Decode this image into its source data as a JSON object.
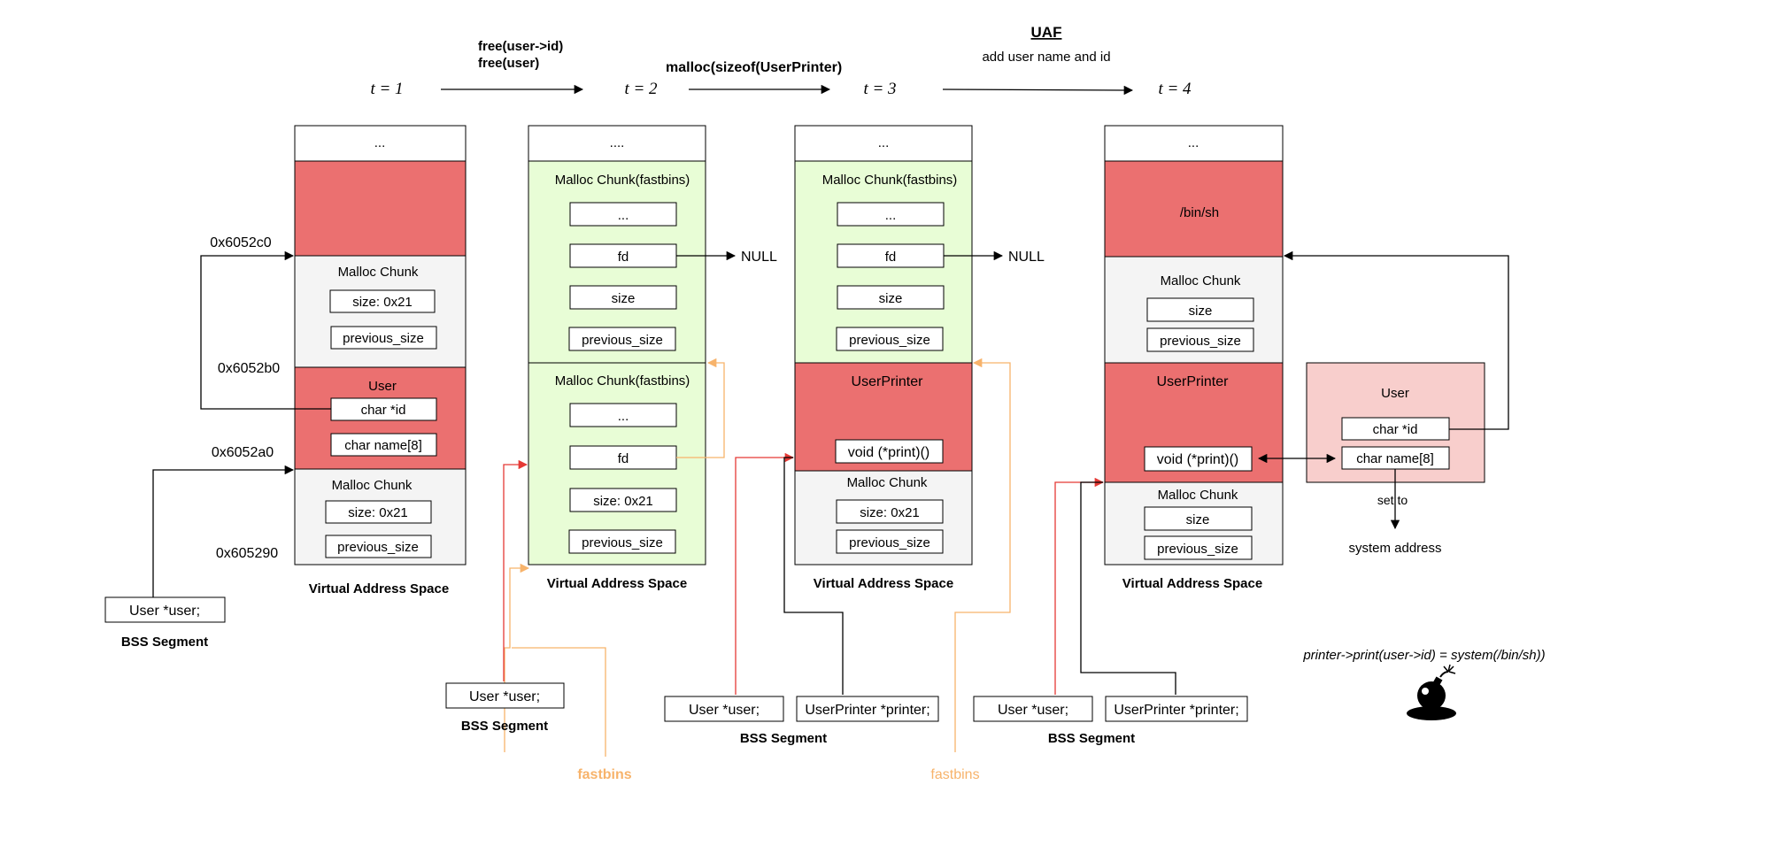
{
  "title": {
    "uaf": "UAF",
    "uaf_sub": "add user name  and id"
  },
  "operations": {
    "op1_line1": "free(user->id)",
    "op1_line2": "free(user)",
    "op2": "malloc(sizeof(UserPrinter)"
  },
  "times": {
    "t1": "t = 1",
    "t2": "t = 2",
    "t3": "t = 3",
    "t4": "t = 4"
  },
  "colors": {
    "red": "#EB7070",
    "light_green": "#E8FDD6",
    "light_gray": "#F4F4F4",
    "pink": "#F8CECC",
    "orange": "#F7B36B",
    "red_line": "#E53935"
  },
  "col1": {
    "top": "...",
    "addr_c0": "0x6052c0",
    "addr_b0": "0x6052b0",
    "addr_a0": "0x6052a0",
    "addr_90": "0x605290",
    "chunk1_title": "Malloc Chunk",
    "chunk1_size": "size: 0x21",
    "chunk1_prev": "previous_size",
    "user_title": "User",
    "user_id": "char *id",
    "user_name": "char name[8]",
    "chunk2_title": "Malloc Chunk",
    "chunk2_size": "size: 0x21",
    "chunk2_prev": "previous_size",
    "vas": "Virtual Address Space",
    "bss_var": "User *user;",
    "bss": "BSS Segment"
  },
  "col2": {
    "top": "....",
    "chunkA_title": "Malloc Chunk(fastbins)",
    "chunkA_dots": "...",
    "chunkA_fd": "fd",
    "chunkA_size": "size",
    "chunkA_prev": "previous_size",
    "null": "NULL",
    "chunkB_title": "Malloc Chunk(fastbins)",
    "chunkB_dots": "...",
    "chunkB_fd": "fd",
    "chunkB_size": "size: 0x21",
    "chunkB_prev": "previous_size",
    "vas": "Virtual Address Space",
    "bss_var": "User *user;",
    "bss": "BSS Segment",
    "fastbins": "fastbins"
  },
  "col3": {
    "top": "...",
    "chunkA_title": "Malloc Chunk(fastbins)",
    "chunkA_dots": "...",
    "chunkA_fd": "fd",
    "chunkA_size": "size",
    "chunkA_prev": "previous_size",
    "null": "NULL",
    "printer_title": "UserPrinter",
    "printer_print": "void (*print)()",
    "chunkB_title": "Malloc Chunk",
    "chunkB_size": "size: 0x21",
    "chunkB_prev": "previous_size",
    "vas": "Virtual Address Space",
    "bss_user": "User *user;",
    "bss_printer": "UserPrinter *printer;",
    "bss": "BSS Segment",
    "fastbins": "fastbins"
  },
  "col4": {
    "top": "...",
    "binsh": "/bin/sh",
    "chunkA_title": "Malloc Chunk",
    "chunkA_size": "size",
    "chunkA_prev": "previous_size",
    "printer_title": "UserPrinter",
    "printer_print": "void (*print)()",
    "chunkB_title": "Malloc Chunk",
    "chunkB_size": "size",
    "chunkB_prev": "previous_size",
    "vas": "Virtual Address Space",
    "bss_user": "User *user;",
    "bss_printer": "UserPrinter *printer;",
    "bss": "BSS Segment",
    "user_title": "User",
    "user_id": "char *id",
    "user_name": "char name[8]",
    "set_to": "set to",
    "system_address": "system address",
    "formula": "printer->print(user->id) = system(/bin/sh))"
  }
}
